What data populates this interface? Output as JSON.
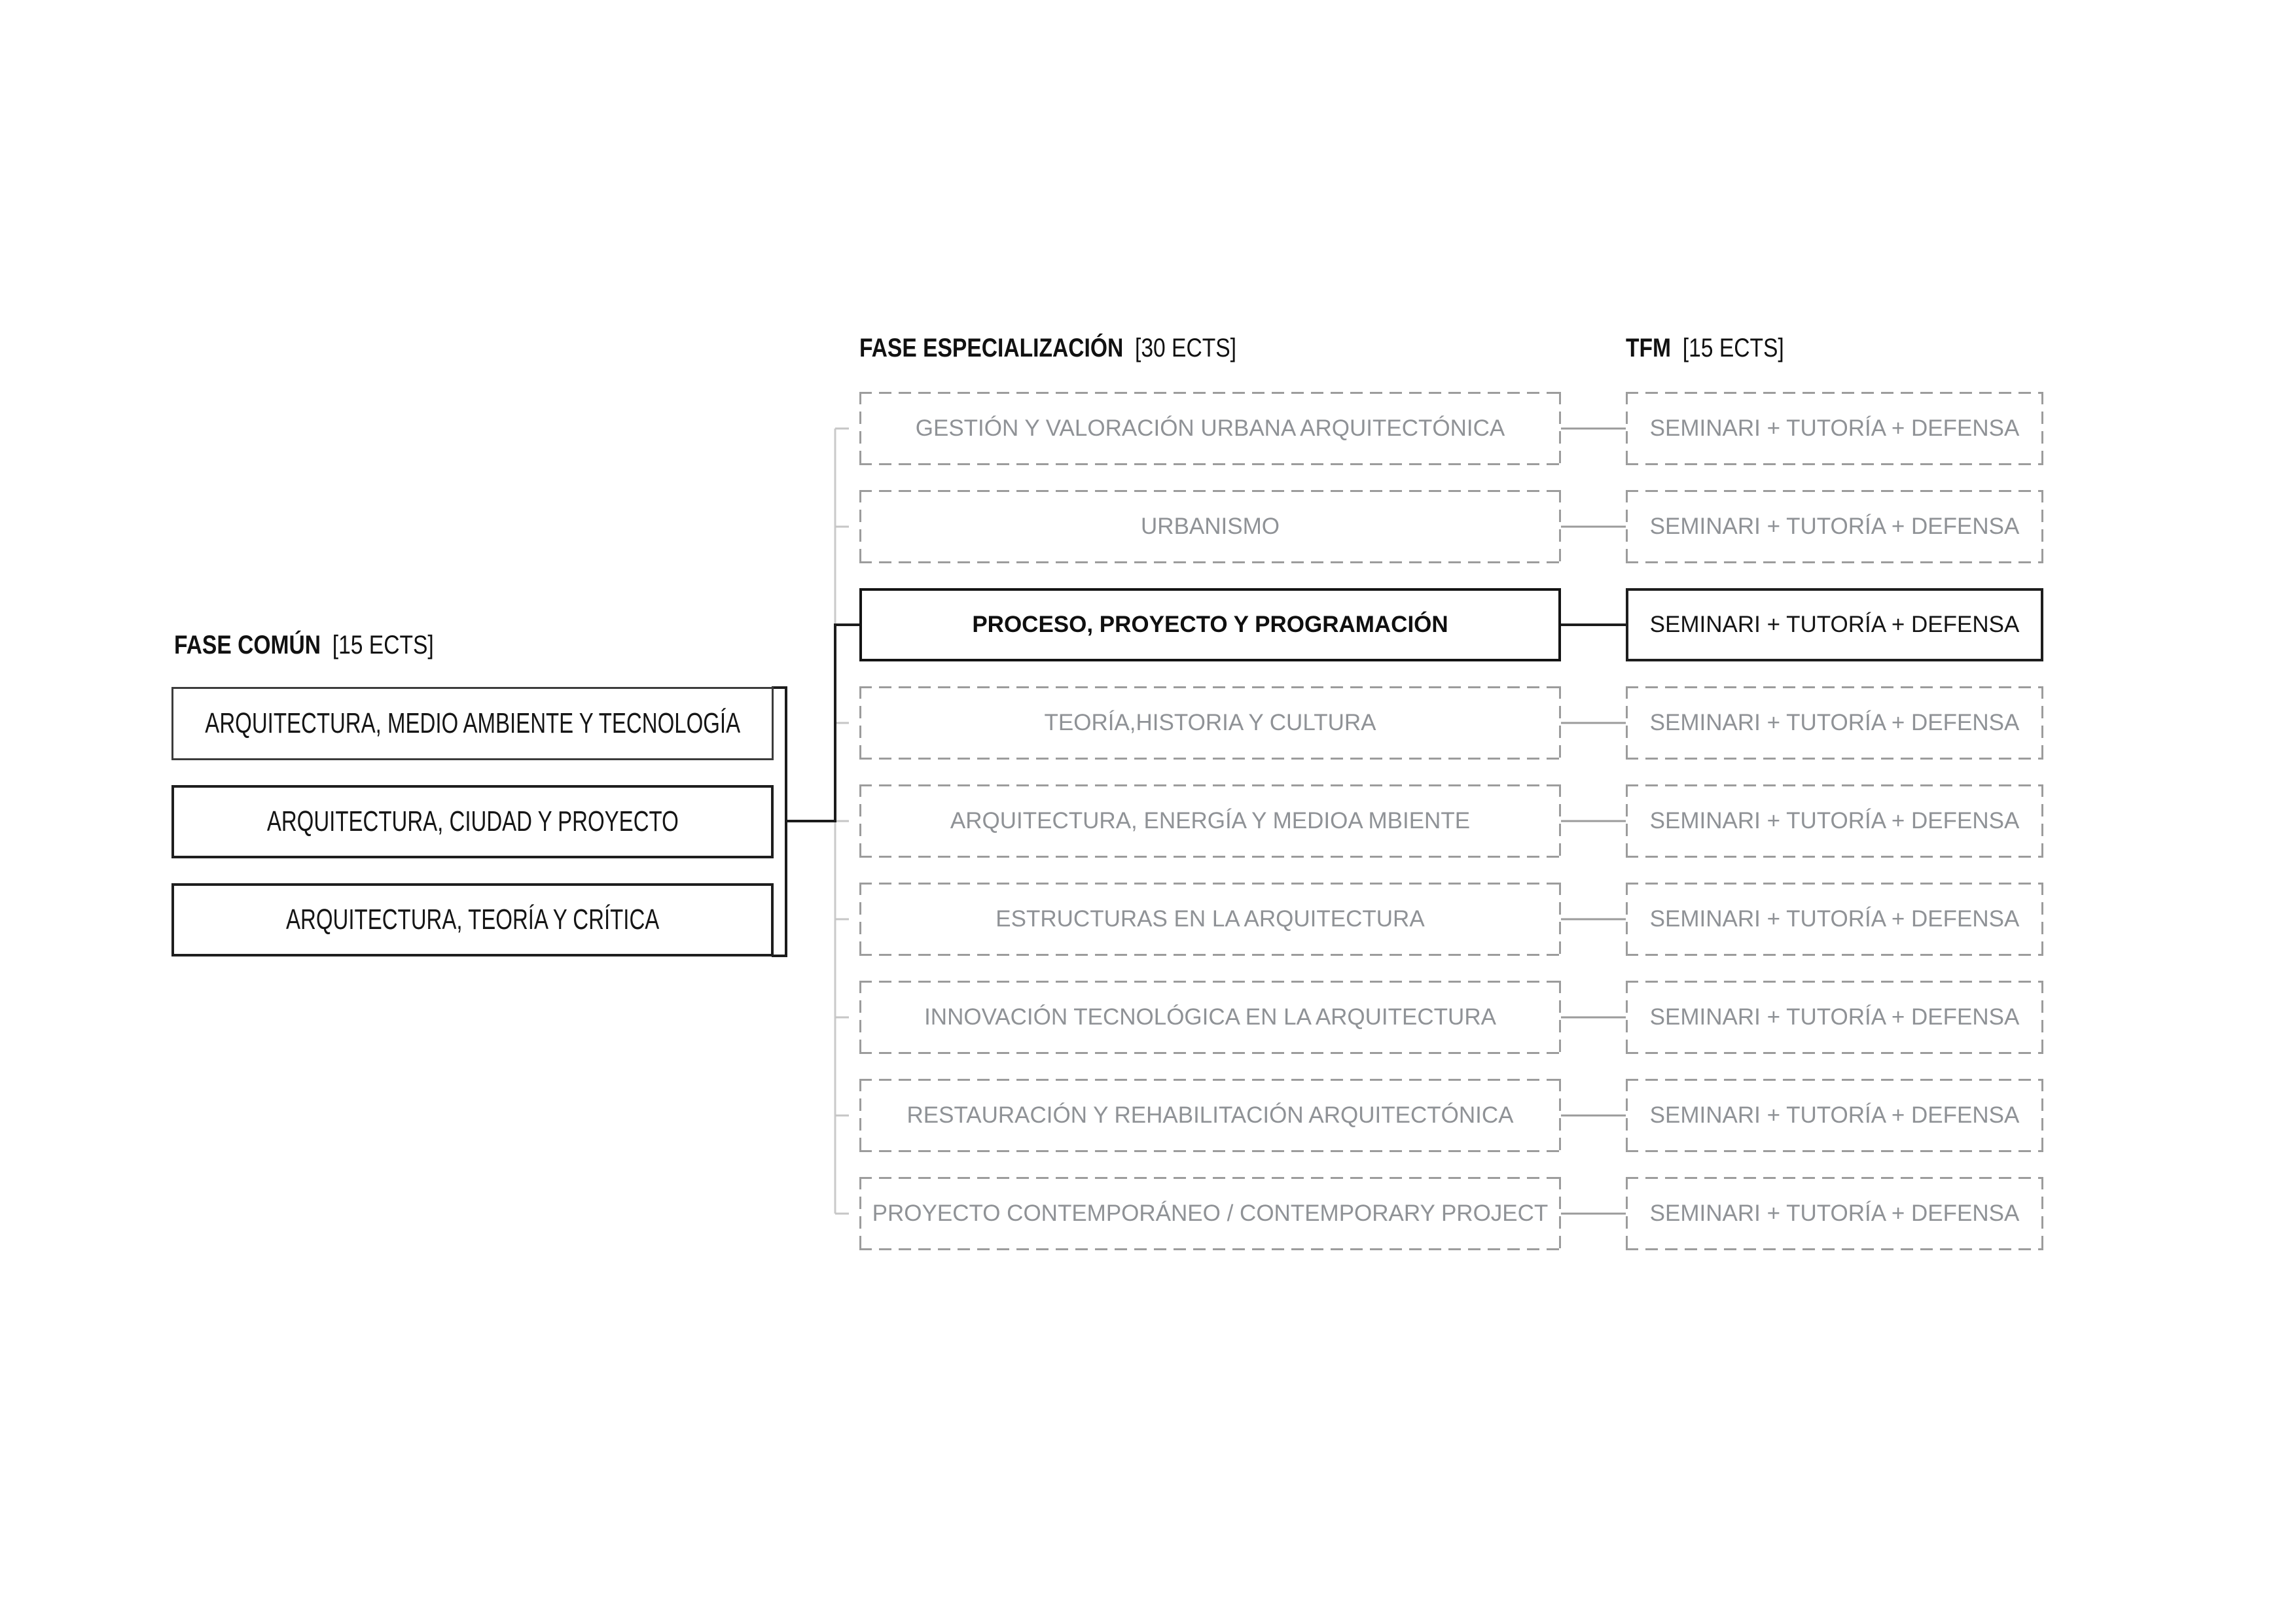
{
  "diagram": {
    "title_semantics": "Master program structure flowchart",
    "colors": {
      "background": "#ffffff",
      "solid_line": "#1c1c1c",
      "dashed_border_gray": "#9c9c9c",
      "inactive_text_gray": "#8f9296",
      "connector_gray": "#9b9b9b",
      "spine_light_gray": "#cacaca"
    },
    "fase_comun": {
      "header": {
        "title": "FASE COMÚN",
        "credits": "[15 ECTS]"
      },
      "boxes": [
        {
          "label": "ARQUITECTURA, MEDIO AMBIENTE Y TECNOLOGÍA"
        },
        {
          "label": "ARQUITECTURA, CIUDAD Y PROYECTO"
        },
        {
          "label": "ARQUITECTURA, TEORÍA Y CRÍTICA"
        }
      ]
    },
    "fase_especializacion": {
      "header": {
        "title": "FASE ESPECIALIZACIÓN",
        "credits": "[30 ECTS]"
      },
      "rows": [
        {
          "label": "GESTIÓN Y VALORACIÓN URBANA ARQUITECTÓNICA",
          "state": "inactive"
        },
        {
          "label": "URBANISMO",
          "state": "inactive"
        },
        {
          "label": "PROCESO, PROYECTO Y PROGRAMACIÓN",
          "state": "selected"
        },
        {
          "label": "TEORÍA,HISTORIA Y CULTURA",
          "state": "inactive"
        },
        {
          "label": "ARQUITECTURA, ENERGÍA Y MEDIOA MBIENTE",
          "state": "inactive"
        },
        {
          "label": "ESTRUCTURAS EN LA ARQUITECTURA",
          "state": "inactive"
        },
        {
          "label": "INNOVACIÓN TECNOLÓGICA EN LA ARQUITECTURA",
          "state": "inactive"
        },
        {
          "label": "RESTAURACIÓN Y REHABILITACIÓN ARQUITECTÓNICA",
          "state": "inactive"
        },
        {
          "label": "PROYECTO CONTEMPORÁNEO / CONTEMPORARY PROJECT",
          "state": "inactive"
        }
      ]
    },
    "tfm": {
      "header": {
        "title": "TFM",
        "credits": "[15 ECTS]"
      },
      "rows": [
        {
          "label": "SEMINARI + TUTORÍA + DEFENSA",
          "state": "inactive"
        },
        {
          "label": "SEMINARI + TUTORÍA + DEFENSA",
          "state": "inactive"
        },
        {
          "label": "SEMINARI + TUTORÍA + DEFENSA",
          "state": "selected"
        },
        {
          "label": "SEMINARI + TUTORÍA + DEFENSA",
          "state": "inactive"
        },
        {
          "label": "SEMINARI + TUTORÍA + DEFENSA",
          "state": "inactive"
        },
        {
          "label": "SEMINARI + TUTORÍA + DEFENSA",
          "state": "inactive"
        },
        {
          "label": "SEMINARI + TUTORÍA + DEFENSA",
          "state": "inactive"
        },
        {
          "label": "SEMINARI + TUTORÍA + DEFENSA",
          "state": "inactive"
        },
        {
          "label": "SEMINARI + TUTORÍA + DEFENSA",
          "state": "inactive"
        }
      ]
    }
  }
}
